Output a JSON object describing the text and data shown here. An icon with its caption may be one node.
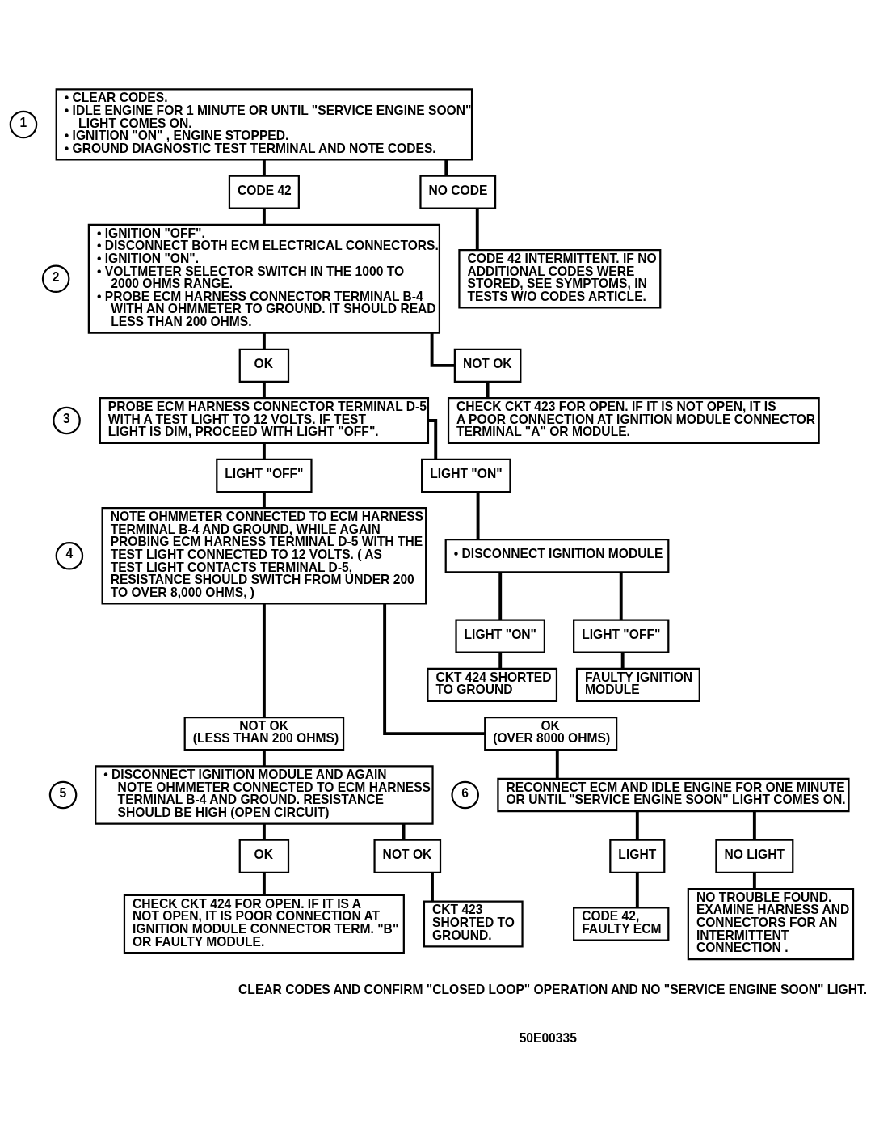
{
  "diagram": {
    "nodes": [
      {
        "text": [
          "1"
        ]
      },
      {
        "text": [
          "• CLEAR CODES.",
          "• IDLE ENGINE FOR 1 MINUTE OR UNTIL \"SERVICE ENGINE SOON\" LIGHT COMES ON.",
          "• IGNITION \"ON\" , ENGINE STOPPED.",
          "• GROUND DIAGNOSTIC TEST TERMINAL AND NOTE CODES."
        ]
      },
      {
        "text": [
          "CODE 42"
        ]
      },
      {
        "text": [
          "NO CODE"
        ]
      },
      {
        "text": [
          "2"
        ]
      },
      {
        "text": [
          "• IGNITION \"OFF\".",
          "• DISCONNECT BOTH ECM ELECTRICAL CONNECTORS.",
          "• IGNITION \"ON\".",
          "• VOLTMETER SELECTOR SWITCH IN THE 1000 TO 2000 OHMS RANGE.",
          "• PROBE ECM HARNESS CONNECTOR TERMINAL B-4 WITH AN OHMMETER TO GROUND. IT SHOULD READ LESS THAN 200 OHMS."
        ]
      },
      {
        "text": [
          "CODE 42 INTERMITTENT. IF NO ADDITIONAL CODES WERE STORED, SEE SYMPTOMS, IN TESTS W/O CODES ARTICLE."
        ]
      },
      {
        "text": [
          "OK"
        ]
      },
      {
        "text": [
          "NOT OK"
        ]
      },
      {
        "text": [
          "3"
        ]
      },
      {
        "text": [
          "PROBE ECM HARNESS CONNECTOR TERMINAL D-5 WITH A TEST LIGHT TO 12 VOLTS. IF TEST LIGHT IS DIM, PROCEED WITH LIGHT \"OFF\"."
        ]
      },
      {
        "text": [
          "CHECK CKT 423 FOR OPEN. IF IT IS NOT OPEN, IT IS A POOR CONNECTION AT IGNITION MODULE CONNECTOR TERMINAL \"A\" OR MODULE."
        ]
      },
      {
        "text": [
          "LIGHT \"OFF\""
        ]
      },
      {
        "text": [
          "LIGHT \"ON\""
        ]
      },
      {
        "text": [
          "• DISCONNECT IGNITION MODULE"
        ]
      },
      {
        "text": [
          "4"
        ]
      },
      {
        "text": [
          "NOTE OHMMETER CONNECTED TO ECM HARNESS TERMINAL B-4 AND GROUND, WHILE AGAIN PROBING ECM HARNESS TERMINAL D-5 WITH THE TEST LIGHT CONNECTED TO 12 VOLTS. ( AS TEST LIGHT CONTACTS TERMINAL D-5, RESISTANCE SHOULD SWITCH FROM UNDER 200 TO OVER 8,000 OHMS, )"
        ]
      },
      {
        "text": [
          "LIGHT \"ON\""
        ]
      },
      {
        "text": [
          "LIGHT \"OFF\""
        ]
      },
      {
        "text": [
          "CKT 424 SHORTED TO GROUND"
        ]
      },
      {
        "text": [
          "FAULTY IGNITION MODULE"
        ]
      },
      {
        "text": [
          "NOT OK",
          "(LESS THAN 200 OHMS)"
        ]
      },
      {
        "text": [
          "OK",
          "(OVER 8000 OHMS)"
        ]
      },
      {
        "text": [
          "5"
        ]
      },
      {
        "text": [
          "• DISCONNECT IGNITION MODULE AND AGAIN NOTE OHMMETER CONNECTED TO ECM HARNESS TERMINAL B-4 AND GROUND. RESISTANCE SHOULD BE HIGH (OPEN CIRCUIT)"
        ]
      },
      {
        "text": [
          "6"
        ]
      },
      {
        "text": [
          "RECONNECT ECM AND IDLE ENGINE FOR ONE MINUTE OR UNTIL \"SERVICE ENGINE SOON\" LIGHT COMES ON."
        ]
      },
      {
        "text": [
          "OK"
        ]
      },
      {
        "text": [
          "NOT OK"
        ]
      },
      {
        "text": [
          "LIGHT"
        ]
      },
      {
        "text": [
          "NO LIGHT"
        ]
      },
      {
        "text": [
          "CHECK CKT 424 FOR OPEN. IF IT IS A NOT OPEN, IT IS POOR CONNECTION AT IGNITION MODULE CONNECTOR TERM. \"B\" OR FAULTY MODULE."
        ]
      },
      {
        "text": [
          "CKT 423 SHORTED TO GROUND."
        ]
      },
      {
        "text": [
          "CODE 42, FAULTY ECM"
        ]
      },
      {
        "text": [
          "NO TROUBLE FOUND. EXAMINE HARNESS AND CONNECTORS FOR AN INTERMITTENT CONNECTION ."
        ]
      }
    ],
    "edges": [
      {
        "from": 1,
        "to": 2,
        "arrow": "none"
      },
      {
        "from": 1,
        "to": 3,
        "arrow": "none"
      },
      {
        "from": 2,
        "to": 5,
        "arrow": "none"
      },
      {
        "from": 3,
        "to": 6,
        "arrow": "none"
      },
      {
        "from": 5,
        "to": 7,
        "arrow": "none"
      },
      {
        "from": 5,
        "to": 8,
        "arrow": "none"
      },
      {
        "from": 7,
        "to": 10,
        "arrow": "none"
      },
      {
        "from": 8,
        "to": 11,
        "arrow": "none"
      },
      {
        "from": 10,
        "to": 12,
        "arrow": "none"
      },
      {
        "from": 10,
        "to": 13,
        "arrow": "none"
      },
      {
        "from": 12,
        "to": 16,
        "arrow": "none"
      },
      {
        "from": 13,
        "to": 14,
        "arrow": "none"
      },
      {
        "from": 14,
        "to": 17,
        "arrow": "none"
      },
      {
        "from": 14,
        "to": 18,
        "arrow": "none"
      },
      {
        "from": 17,
        "to": 19,
        "arrow": "none"
      },
      {
        "from": 18,
        "to": 20,
        "arrow": "none"
      },
      {
        "from": 16,
        "to": 21,
        "arrow": "none"
      },
      {
        "from": 16,
        "to": 22,
        "arrow": "none"
      },
      {
        "from": 21,
        "to": 24,
        "arrow": "none"
      },
      {
        "from": 22,
        "to": 26,
        "arrow": "none"
      },
      {
        "from": 24,
        "to": 27,
        "arrow": "none"
      },
      {
        "from": 24,
        "to": 28,
        "arrow": "none"
      },
      {
        "from": 26,
        "to": 29,
        "arrow": "none"
      },
      {
        "from": 26,
        "to": 30,
        "arrow": "none"
      },
      {
        "from": 27,
        "to": 31,
        "arrow": "none"
      },
      {
        "from": 28,
        "to": 32,
        "arrow": "none"
      },
      {
        "from": 29,
        "to": 33,
        "arrow": "none"
      },
      {
        "from": 30,
        "to": 34,
        "arrow": "none"
      }
    ],
    "labels": [
      "CLEAR CODES AND CONFIRM \"CLOSED LOOP\" OPERATION AND NO \"SERVICE ENGINE SOON\" LIGHT.",
      "50E00335"
    ]
  }
}
